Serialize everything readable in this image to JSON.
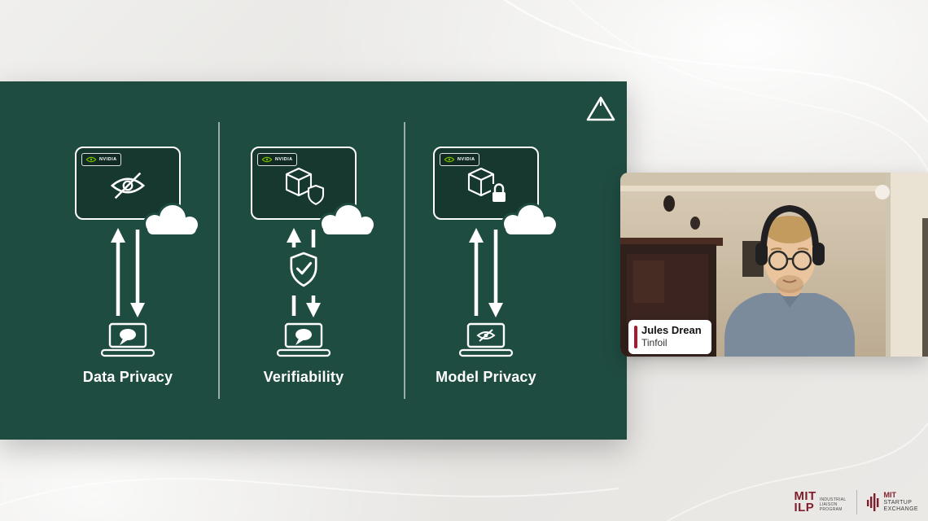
{
  "slide": {
    "chip_label": "NVIDIA",
    "columns": [
      {
        "label": "Data Privacy"
      },
      {
        "label": "Verifiability"
      },
      {
        "label": "Model Privacy"
      }
    ],
    "colors": {
      "slide_green": "#1f4c41",
      "nvidia_green": "#76b900"
    }
  },
  "speaker": {
    "name": "Jules Drean",
    "affiliation": "Tinfoil"
  },
  "footer": {
    "mit": "MIT",
    "ilp": "ILP",
    "ilp_sub": [
      "INDUSTRIAL",
      "LIAISON",
      "PROGRAM"
    ],
    "sux_mit": "MIT",
    "sux_line1": "STARTUP",
    "sux_line2": "EXCHANGE",
    "brand_red": "#7f1d2b"
  },
  "colors": {
    "tag_accent": "#a6192e",
    "background": "#e9e8e5"
  }
}
